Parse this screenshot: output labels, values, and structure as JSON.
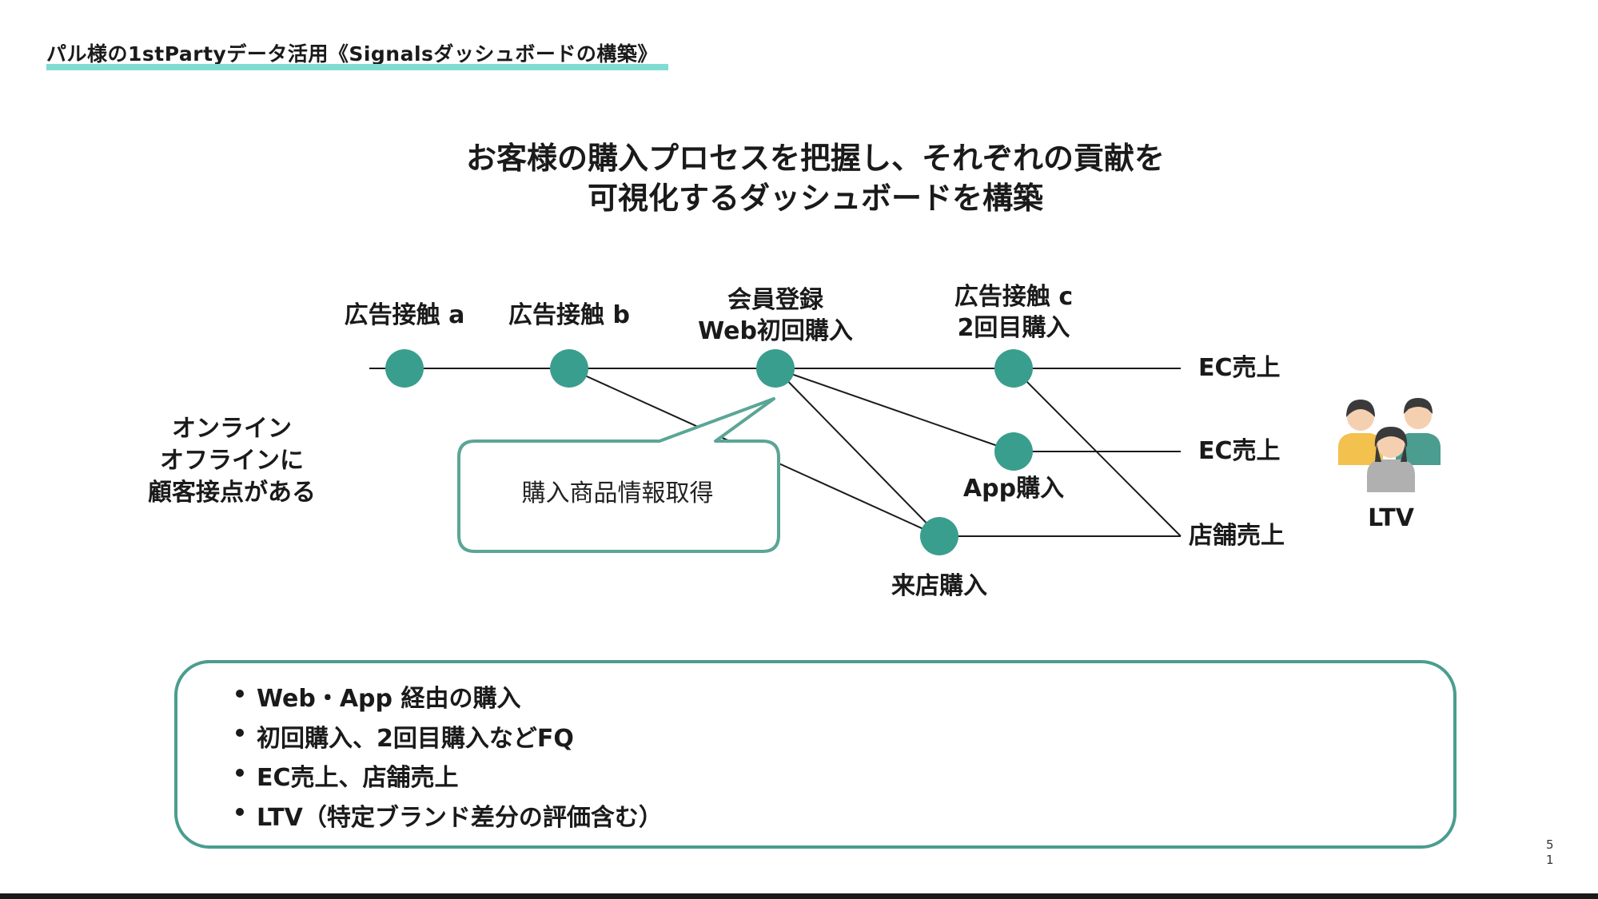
{
  "header": {
    "title": "パル様の1stPartyデータ活用《Signalsダッシュボードの構築》"
  },
  "headline": {
    "line1": "お客様の購入プロセスを把握し、それぞれの貢献を",
    "line2": "可視化するダッシュボードを構築"
  },
  "diagram": {
    "nodes": {
      "ad_a": "広告接触 a",
      "ad_b": "広告接触 b",
      "signup_line1": "会員登録",
      "signup_line2": "Web初回購入",
      "ad_c_line1": "広告接触 c",
      "ad_c_line2": "2回目購入",
      "app_purchase": "App購入",
      "store_visit": "来店購入"
    },
    "outcomes": {
      "ec_sales_1": "EC売上",
      "ec_sales_2": "EC売上",
      "store_sales": "店舗売上"
    },
    "callout": "購入商品情報取得",
    "left_note": {
      "line1": "オンライン",
      "line2": "オフラインに",
      "line3": "顧客接点がある"
    },
    "ltv_label": "LTV",
    "colors": {
      "node": "#3a9e8e",
      "callout_border": "#5ba596",
      "line": "#1a1a1a"
    },
    "icons": [
      "people-group-icon"
    ]
  },
  "summary": {
    "bullets": [
      "Web・App 経由の購入",
      "初回購入、2回目購入などFQ",
      "EC売上、店舗売上",
      "LTV（特定ブランド差分の評価含む）"
    ]
  },
  "page_number": {
    "digit1": "5",
    "digit2": "1"
  }
}
